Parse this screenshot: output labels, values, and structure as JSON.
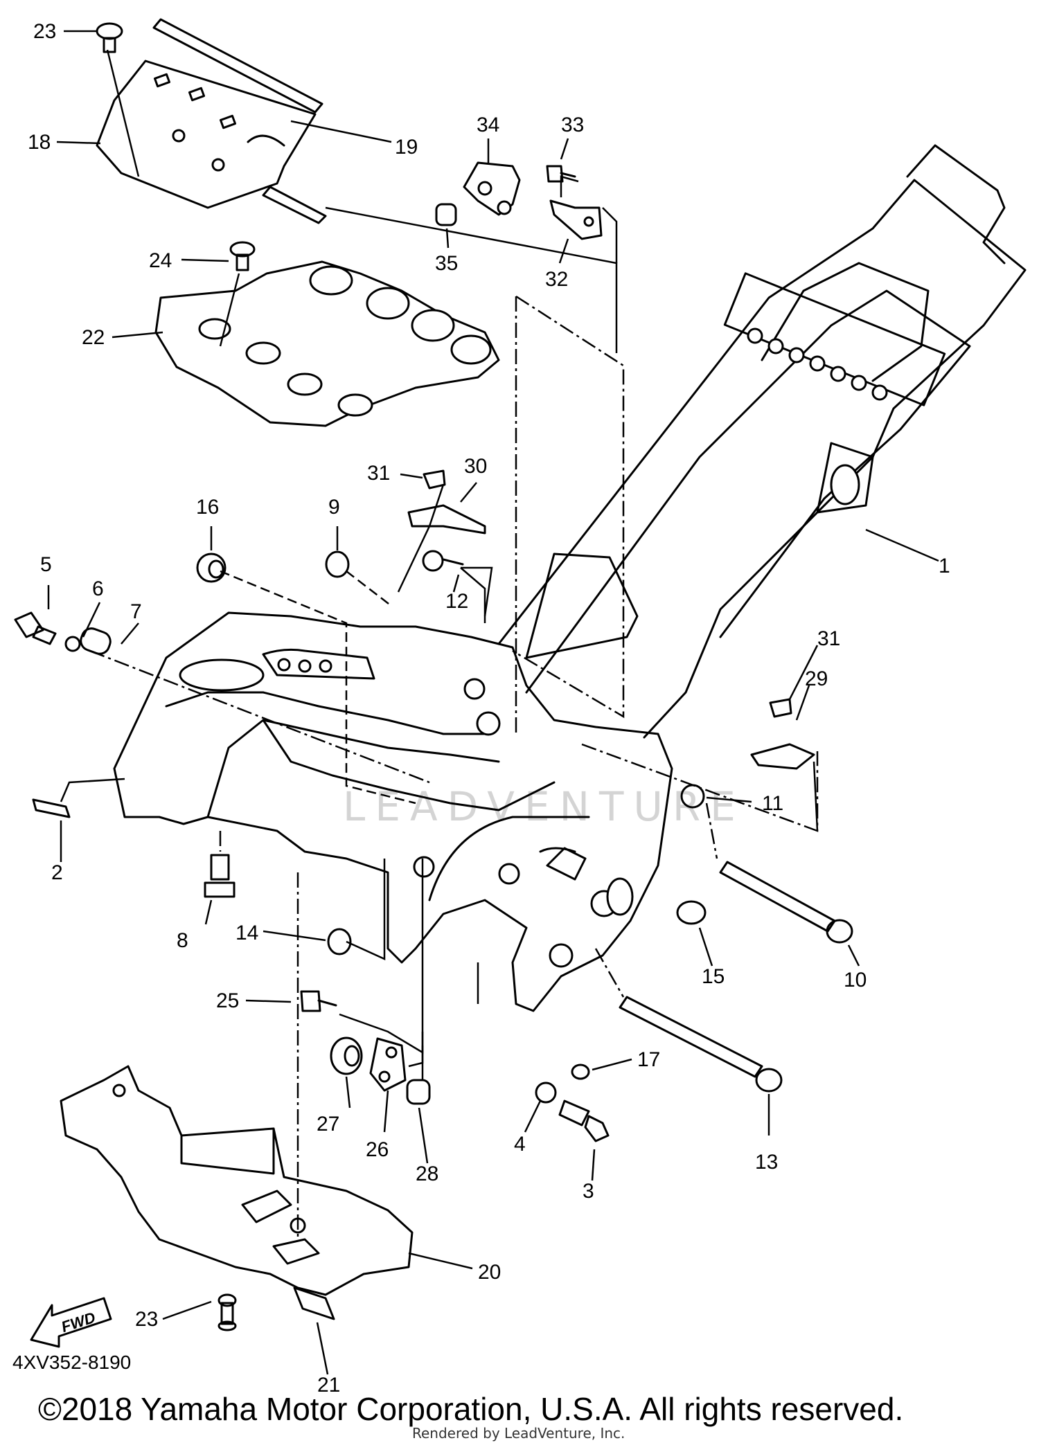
{
  "diagram": {
    "reference_code": "4XV352-8190",
    "direction_label": "FWD",
    "watermark": "LEADVENTURE",
    "callouts": [
      "1",
      "2",
      "3",
      "4",
      "5",
      "6",
      "7",
      "8",
      "9",
      "10",
      "11",
      "12",
      "13",
      "14",
      "15",
      "16",
      "17",
      "18",
      "19",
      "20",
      "21",
      "22",
      "23",
      "23",
      "24",
      "25",
      "26",
      "27",
      "28",
      "29",
      "30",
      "31",
      "31",
      "32",
      "33",
      "34",
      "35"
    ]
  },
  "footer": {
    "copyright": "©2018 Yamaha Motor Corporation, U.S.A. All rights reserved.",
    "rendered_by": "Rendered by LeadVenture, Inc."
  }
}
